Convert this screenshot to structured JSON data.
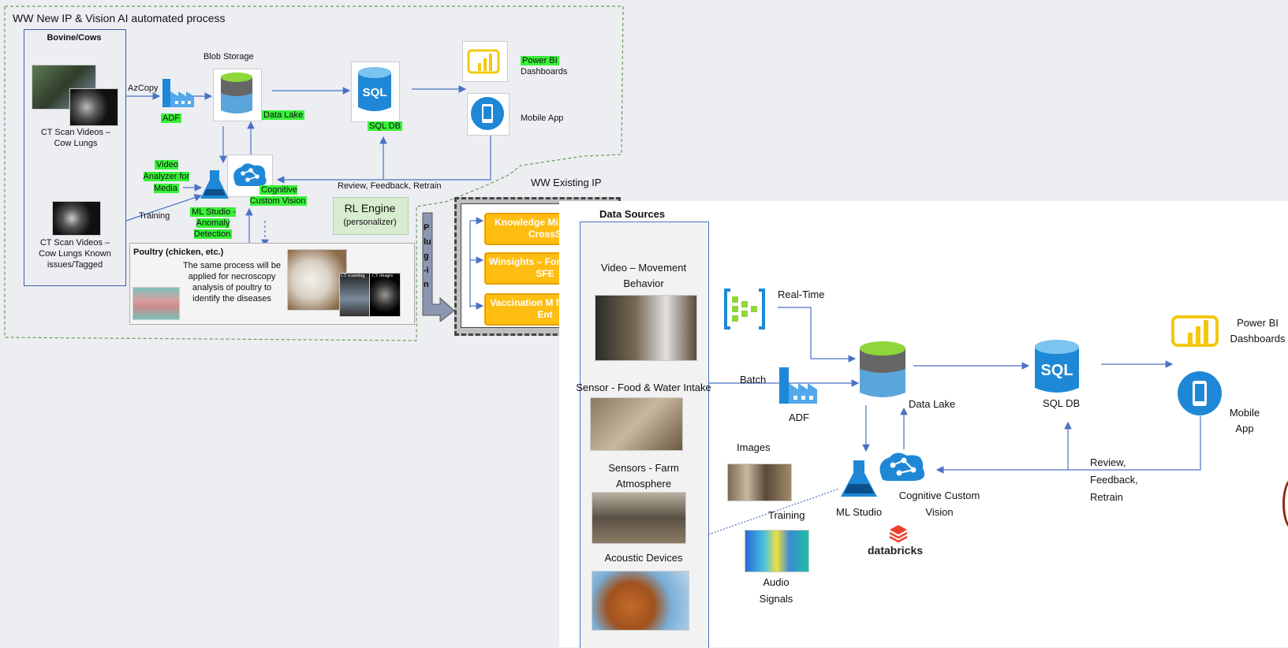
{
  "process": {
    "title": "WW New IP & Vision AI automated process",
    "bovine_title": "Bovine/Cows",
    "ct_scan_videos": "CT Scan Videos – Cow Lungs",
    "ct_scan_known": "CT Scan Videos – Cow Lungs Known issues/Tagged",
    "azcopy": "AzCopy",
    "adf": "ADF",
    "blob_storage": "Blob Storage",
    "data_lake": "Data Lake",
    "sql_db": "SQL DB",
    "power_bi": "Power BI",
    "dashboards": "Dashboards",
    "mobile_app": "Mobile App",
    "video_analyzer": "Video Analyzer for Media",
    "ml_studio": "ML Studio -Anomaly Detection",
    "cognitive": "Cognitive Custom Vision",
    "training": "Training",
    "review": "Review, Feedback, Retrain",
    "rl_engine": "RL Engine",
    "personalizer": "(personalizer)",
    "poultry_title": "Poultry (chicken, etc.)",
    "poultry_text": "The same process will be applied for necroscopy analysis of poultry to identify the diseases",
    "ct_scanning": "CT scanning",
    "ct_images": "CT images",
    "sql_icon": "SQL"
  },
  "existing": {
    "title": "WW Existing IP",
    "plugin": "Plug-in",
    "items": [
      "Knowledge Mi UpSell / CrossS",
      "Winsights – For Health & SFE",
      "Vaccination M for Vets & Ent"
    ]
  },
  "sources": {
    "title": "Data Sources",
    "video": "Video – Movement Behavior",
    "sensor_food": "Sensor - Food & Water Intake",
    "sensor_farm": "Sensors - Farm Atmosphere",
    "acoustic": "Acoustic Devices",
    "real_time": "Real-Time",
    "batch": "Batch",
    "adf": "ADF",
    "data_lake": "Data Lake",
    "sql_db": "SQL DB",
    "sql_icon": "SQL",
    "power_bi": "Power BI",
    "dashboards": "Dashboards",
    "mobile": "Mobile",
    "app": "App",
    "images": "Images",
    "training": "Training",
    "audio_signals": "Audio Signals",
    "ml_studio": "ML Studio",
    "cognitive": "Cognitive Custom Vision",
    "databricks": "databricks",
    "review": "Review,",
    "feedback": "Feedback,",
    "retrain": "Retrain"
  },
  "colors": {
    "azure_blue": "#1e88d6",
    "highlight": "#39f039",
    "orange": "#ffbd11",
    "line": "#4a72c4"
  }
}
